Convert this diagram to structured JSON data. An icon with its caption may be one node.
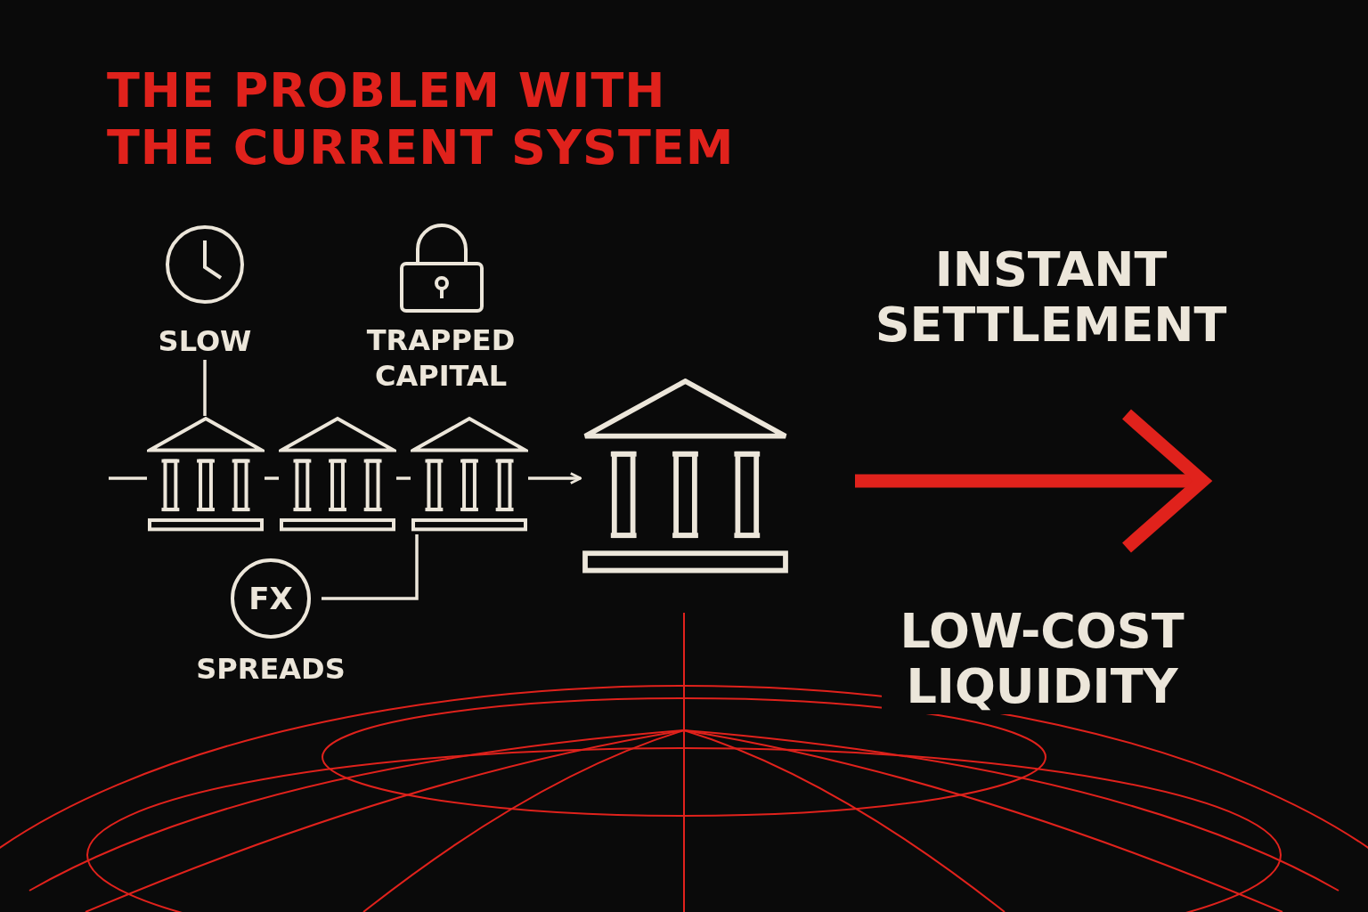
{
  "diagram": {
    "title": "THE PROBLEM WITH THE CURRENT SYSTEM",
    "nodes": [
      {
        "text": [],
        "shape": "picture"
      },
      {
        "text": [],
        "shape": "picture"
      },
      {
        "text": [],
        "shape": "picture"
      },
      {
        "text": [],
        "shape": "picture"
      },
      {
        "text": [
          "FX"
        ],
        "beside": [
          "SPREADS"
        ]
      },
      {
        "text": [
          "SLOW"
        ]
      }
    ],
    "edges": [
      {
        "from": null,
        "to": 0,
        "arrow": "none"
      },
      {
        "from": 0,
        "to": 1,
        "arrow": "none"
      },
      {
        "from": 1,
        "to": 2,
        "arrow": "none"
      },
      {
        "from": 2,
        "to": 3,
        "arrow": "to"
      },
      {
        "from": 4,
        "to": 2,
        "arrow": "none"
      },
      {
        "from": 5,
        "to": 0,
        "arrow": "none"
      }
    ],
    "labels": [
      "TRAPPED CAPITAL",
      "INSTANT SETTLEMENT",
      "LOW-COST LIQUIDITY"
    ]
  }
}
